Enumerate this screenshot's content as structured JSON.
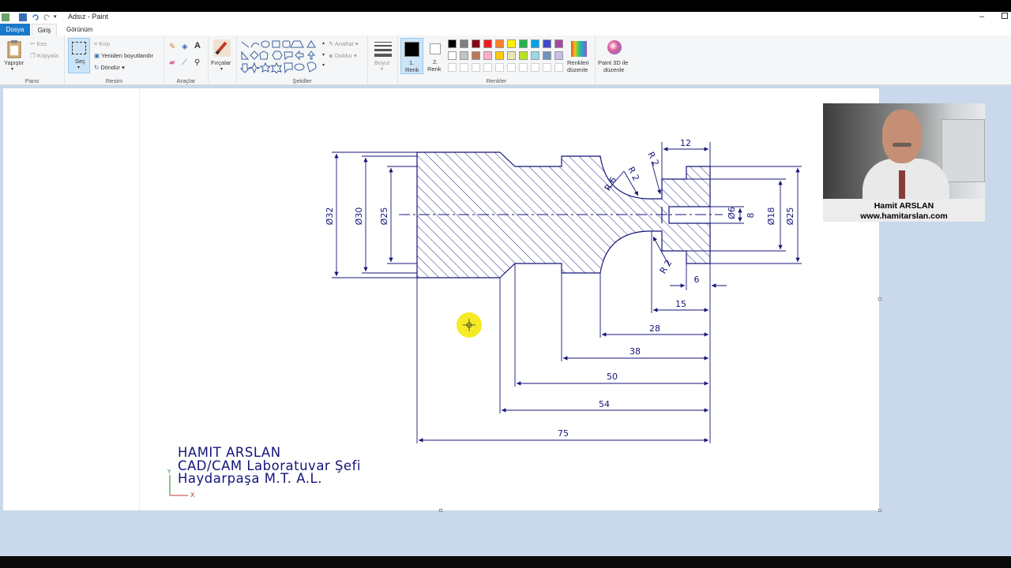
{
  "window": {
    "title": "Adsız - Paint"
  },
  "tabs": {
    "file": "Dosya",
    "home": "Giriş",
    "view": "Görünüm"
  },
  "ribbon": {
    "clipboard": {
      "paste": "Yapıştır",
      "cut": "Kes",
      "copy": "Kopyala",
      "group": "Pano"
    },
    "image": {
      "select": "Seç",
      "crop": "Kırp",
      "resize": "Yeniden boyutlandır",
      "rotate": "Döndür",
      "group": "Resim"
    },
    "tools": {
      "group": "Araçlar"
    },
    "brushes": {
      "label": "Fırçalar"
    },
    "shapes": {
      "outline": "Anahat",
      "fill": "Doldur",
      "group": "Şekiller"
    },
    "size": {
      "label": "Boyut"
    },
    "colors": {
      "color1": "1. Renk",
      "color2": "2. Renk",
      "edit": "Renkleri düzenle",
      "group": "Renkler",
      "palette": [
        "#000000",
        "#7f7f7f",
        "#880015",
        "#ed1c24",
        "#ff7f27",
        "#fff200",
        "#22b14c",
        "#00a2e8",
        "#3f48cc",
        "#a349a4",
        "#ffffff",
        "#c3c3c3",
        "#b97a57",
        "#ffaec9",
        "#ffc90e",
        "#efe4b0",
        "#b5e61d",
        "#99d9ea",
        "#7092be",
        "#c8bfe7"
      ]
    },
    "paint3d": "Paint 3D ile düzenle"
  },
  "drawing": {
    "dims_left": [
      "Ø32",
      "Ø30",
      "Ø25"
    ],
    "dims_right": [
      "Ø6",
      "8",
      "Ø18",
      "Ø25"
    ],
    "radii": [
      "R 6",
      "R 2",
      "R 2",
      "R 2"
    ],
    "top_dim": "12",
    "small_dim": "6",
    "lengths": [
      "15",
      "28",
      "38",
      "50",
      "54",
      "75"
    ],
    "axis_y": "Y",
    "axis_x": "X"
  },
  "credit": {
    "line1": "HAMIT ARSLAN",
    "line2": "CAD/CAM Laboratuvar Şefi",
    "line3": "Haydarpaşa M.T. A.L."
  },
  "webcam": {
    "name": "Hamit ARSLAN",
    "url": "www.hamitarslan.com"
  },
  "colors": {
    "accent": "#1979ca",
    "drawing": "#15157a",
    "workspace": "#c9d8ea"
  }
}
